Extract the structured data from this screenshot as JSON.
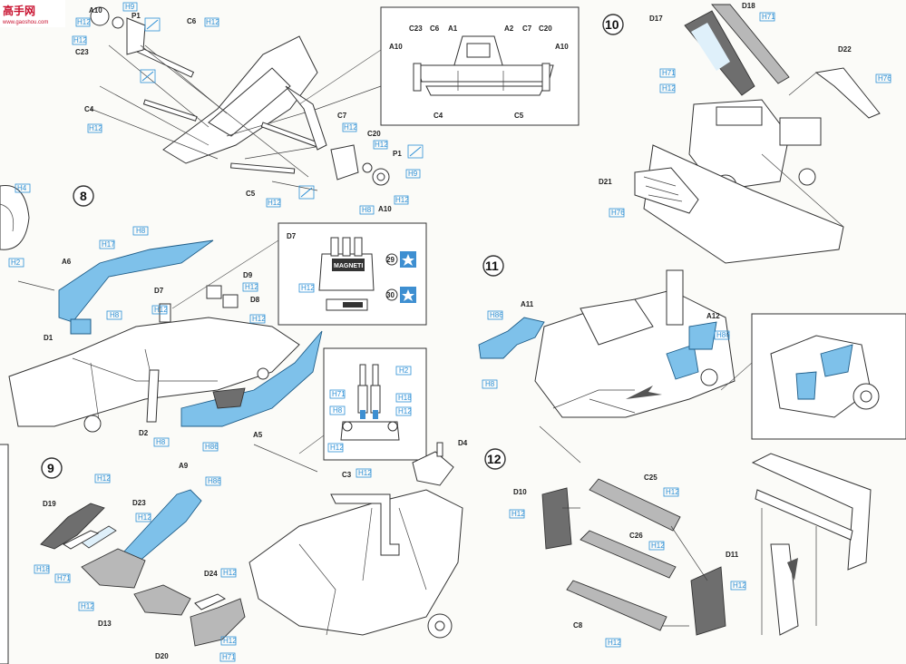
{
  "watermark": {
    "brand": "高手网",
    "site": "www.gaoshou.com"
  },
  "steps": {
    "s8": "8",
    "s9": "9",
    "s10": "10",
    "s11": "11",
    "s12": "12"
  },
  "parts": {
    "A10a": "A10",
    "P1a": "P1",
    "C6a": "C6",
    "C23a": "C23",
    "C4a": "C4",
    "C7a": "C7",
    "C20a": "C20",
    "P1b": "P1",
    "A10b": "A10",
    "C5a": "C5",
    "C23b": "C23",
    "C6b": "C6",
    "A1": "A1",
    "A2": "A2",
    "C7b": "C7",
    "C20b": "C20",
    "A10c": "A10",
    "A10d": "A10",
    "C4b": "C4",
    "C5b": "C5",
    "D18": "D18",
    "D17": "D17",
    "D22": "D22",
    "D21": "D21",
    "A6": "A6",
    "D1": "D1",
    "D7a": "D7",
    "D9": "D9",
    "D8": "D8",
    "D2": "D2",
    "A5": "A5",
    "D7b": "D7",
    "num29": "29",
    "num30": "30",
    "A11": "A11",
    "A12": "A12",
    "A9": "A9",
    "D19": "D19",
    "D23": "D23",
    "D13": "D13",
    "D24": "D24",
    "D20": "D20",
    "C3": "C3",
    "D4": "D4",
    "D10": "D10",
    "C25": "C25",
    "C26": "C26",
    "D11": "D11",
    "C8": "C8"
  },
  "colors": {
    "H9": "H9",
    "H12": "H12",
    "H8": "H8",
    "H4": "H4",
    "H2": "H2",
    "H17": "H17",
    "H86": "H86",
    "H71": "H71",
    "H18": "H18",
    "H76": "H76"
  },
  "decal_text": {
    "box": "MAGNETI"
  },
  "palette": {
    "paint_blue": "#7ec1ea",
    "callout_blue": "#2c8fd6",
    "marker_blue": "#3e8fd1"
  }
}
